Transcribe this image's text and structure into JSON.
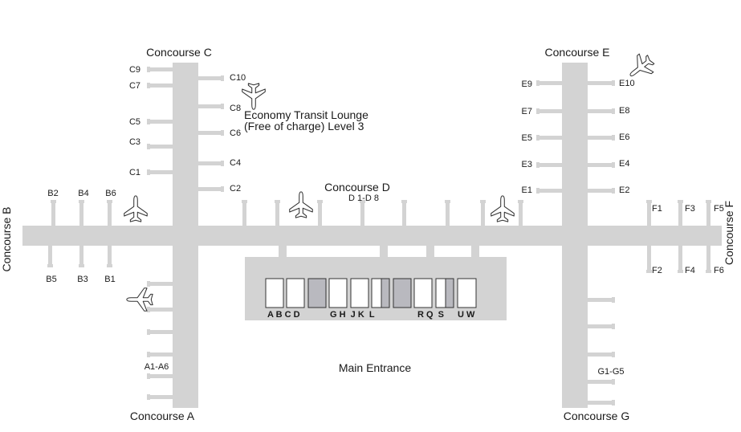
{
  "map": {
    "concourses": {
      "a": "Concourse A",
      "b": "Concourse B",
      "c": "Concourse C",
      "d": "Concourse D",
      "d_gates": "D 1-D 8",
      "e": "Concourse E",
      "f": "Concourse F",
      "g": "Concourse G"
    },
    "gates": {
      "c9": "C9",
      "c7": "C7",
      "c5": "C5",
      "c3": "C3",
      "c1": "C1",
      "c10": "C10",
      "c8": "C8",
      "c6": "C6",
      "c4": "C4",
      "c2": "C2",
      "e9": "E9",
      "e7": "E7",
      "e5": "E5",
      "e3": "E3",
      "e1": "E1",
      "e10": "E10",
      "e8": "E8",
      "e6": "E6",
      "e4": "E4",
      "e2": "E2",
      "b2": "B2",
      "b4": "B4",
      "b6": "B6",
      "b5": "B5",
      "b3": "B3",
      "b1": "B1",
      "f1": "F1",
      "f3": "F3",
      "f5": "F5",
      "f2": "F2",
      "f4": "F4",
      "f6": "F6",
      "a_range": "A1-A6",
      "g_range": "G1-G5"
    },
    "lounge": {
      "line1": "Economy Transit Lounge",
      "line2": "(Free of charge) Level 3"
    },
    "main_entrance": "Main Entrance",
    "checkin_rows": {
      "group1": "A B C D",
      "group2": "G H  J K  L",
      "group3": "R Q  S",
      "group4": "U W"
    },
    "colors": {
      "building": "#d3d3d3",
      "counter_shaded": "#b9b9bf",
      "outline": "#333333",
      "text": "#1a1a1a"
    },
    "icons": [
      "airplane-icon"
    ]
  }
}
